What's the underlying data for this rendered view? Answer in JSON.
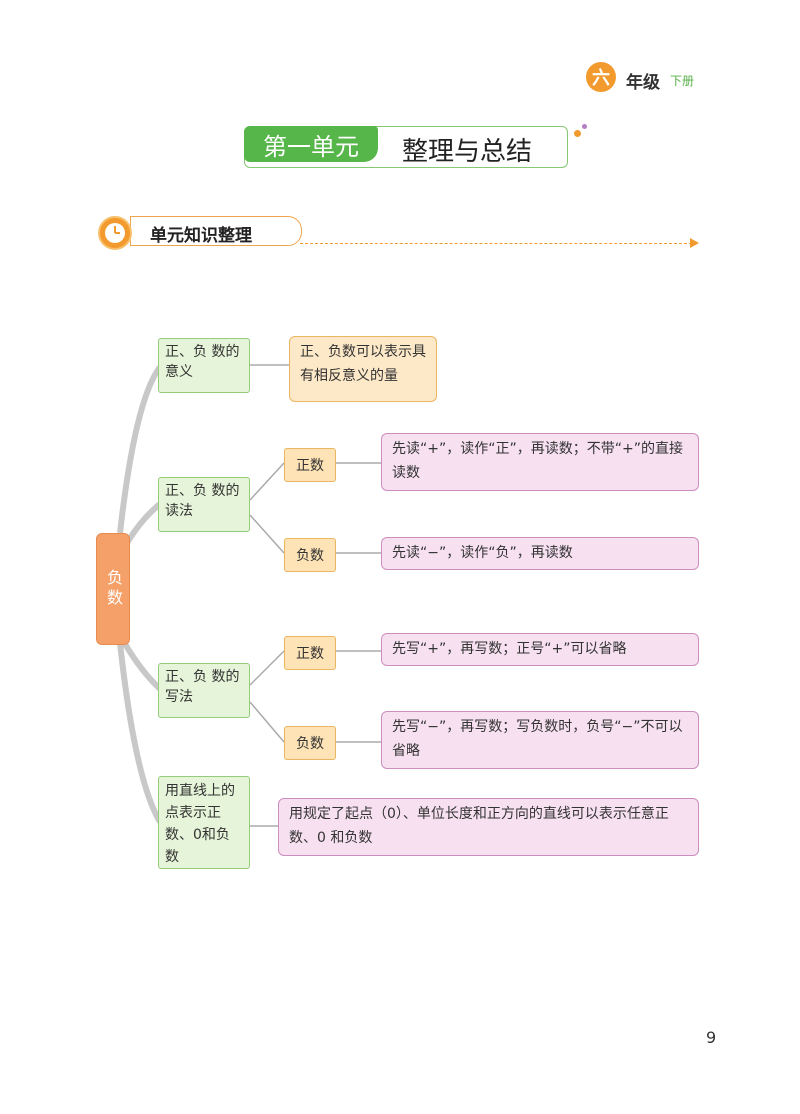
{
  "header": {
    "grade_badge": "六",
    "grade": "年级",
    "volume": "下册"
  },
  "unit": {
    "tag": "第一单元",
    "title": "整理与总结"
  },
  "section": {
    "title": "单元知识整理"
  },
  "mindmap": {
    "root": "负数",
    "branches": [
      {
        "label": "正、负 数的意义",
        "leaf": "正、负数可以表示具有相反意义的量"
      },
      {
        "label": "正、负 数的读法",
        "children": [
          {
            "label": "正数",
            "leaf": "先读“+”，读作“正”，再读数；不带“+”的直接读数"
          },
          {
            "label": "负数",
            "leaf": "先读“−”，读作“负”，再读数"
          }
        ]
      },
      {
        "label": "正、负 数的写法",
        "children": [
          {
            "label": "正数",
            "leaf": "先写“+”，再写数；正号“+”可以省略"
          },
          {
            "label": "负数",
            "leaf": "先写“−”，再写数；写负数时，负号“−”不可以省略"
          }
        ]
      },
      {
        "label": "用直线上的点表示正数、0和负数",
        "leaf": "用规定了起点（0）、单位长度和正方向的直线可以表示任意正数、0 和负数"
      }
    ]
  },
  "page_number": "9",
  "colors": {
    "green": "#56b64a",
    "orange": "#f39a2e",
    "pink_border": "#cc8dbf"
  }
}
